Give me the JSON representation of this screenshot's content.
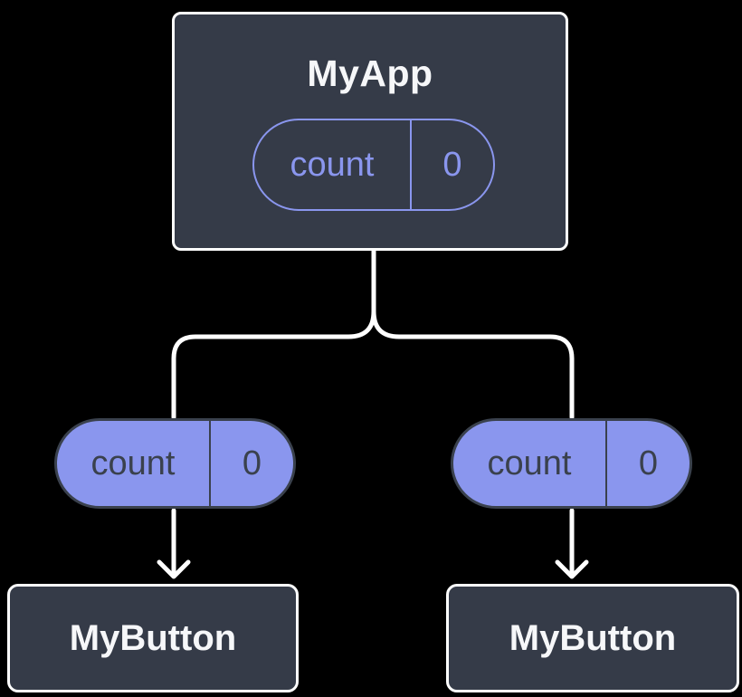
{
  "diagram": {
    "root": {
      "title": "MyApp",
      "state": {
        "name": "count",
        "value": "0"
      }
    },
    "children": [
      {
        "title": "MyButton",
        "prop": {
          "name": "count",
          "value": "0"
        }
      },
      {
        "title": "MyButton",
        "prop": {
          "name": "count",
          "value": "0"
        }
      }
    ],
    "colors": {
      "background": "#000000",
      "node_fill": "#353B48",
      "node_border": "#FFFFFF",
      "node_text": "#F6F7F9",
      "accent_purple": "#8A96EE",
      "pill_text_dark": "#3A414D",
      "connector": "#FFFFFF"
    }
  }
}
